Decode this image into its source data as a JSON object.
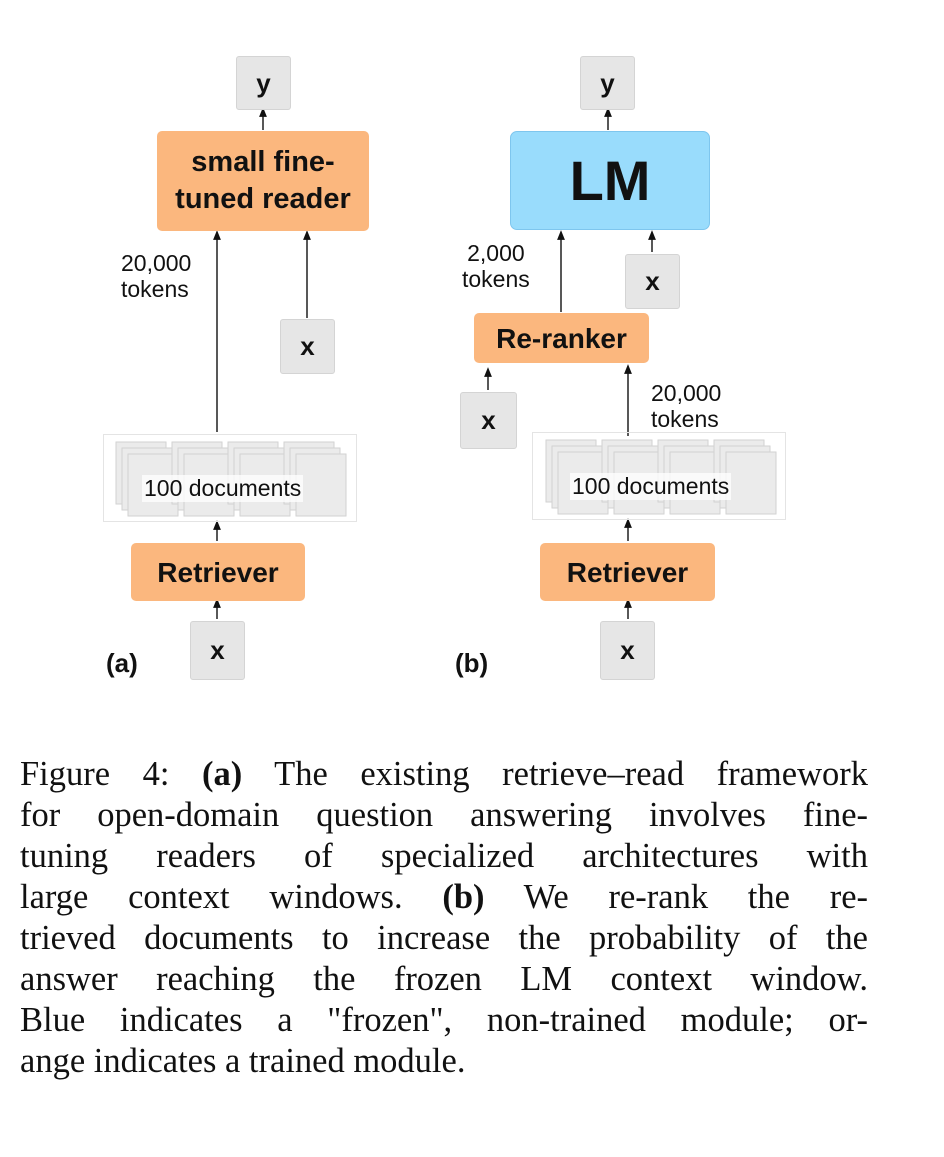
{
  "panel_a": {
    "label": "(a)",
    "output": "y",
    "reader_line1": "small fine-",
    "reader_line2": "tuned reader",
    "tokens_line1": "20,000",
    "tokens_line2": "tokens",
    "query_reader": "x",
    "documents": "100 documents",
    "retriever": "Retriever",
    "query_retriever": "x"
  },
  "panel_b": {
    "label": "(b)",
    "output": "y",
    "lm": "LM",
    "tokens_lm_line1": "2,000",
    "tokens_lm_line2": "tokens",
    "query_lm": "x",
    "reranker": "Re-ranker",
    "query_reranker": "x",
    "tokens_docs_line1": "20,000",
    "tokens_docs_line2": "tokens",
    "documents": "100 documents",
    "retriever": "Retriever",
    "query_retriever": "x"
  },
  "colors": {
    "trained_module": "#fbb77e",
    "frozen_module": "#99dcfc",
    "variable_box": "#e6e6e6"
  },
  "caption": {
    "lines": [
      [
        {
          "t": "Figure 4: "
        },
        {
          "t": "(a)",
          "b": true
        },
        {
          "t": " The existing retrieve–read framework"
        }
      ],
      [
        {
          "t": "for open-domain question answering involves fine-"
        }
      ],
      [
        {
          "t": "tuning readers of specialized architectures with"
        }
      ],
      [
        {
          "t": "large context windows.  "
        },
        {
          "t": "(b)",
          "b": true
        },
        {
          "t": " We re-rank the re-"
        }
      ],
      [
        {
          "t": "trieved documents to increase the probability of the"
        }
      ],
      [
        {
          "t": "answer reaching the frozen LM context window."
        }
      ],
      [
        {
          "t": "Blue indicates a \"frozen\", non-trained module; or-"
        }
      ],
      [
        {
          "t": "ange indicates a trained module."
        }
      ]
    ]
  }
}
